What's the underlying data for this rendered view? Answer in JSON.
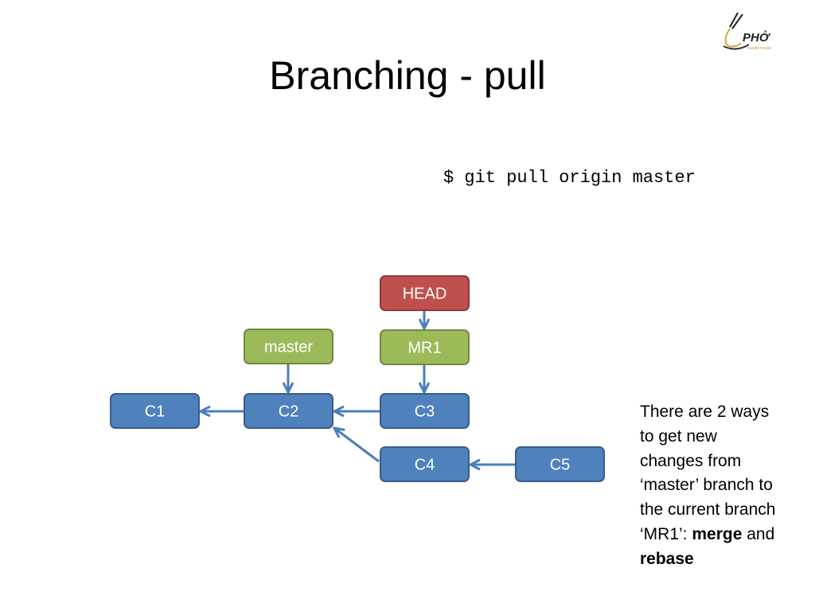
{
  "slide": {
    "title": "Branching - pull",
    "command": "$ git pull origin master",
    "logo": {
      "text": "PHỞ",
      "subtext": "noodle house"
    },
    "note": {
      "lines": [
        "There are 2 ways",
        "to get new",
        "changes from",
        "‘master’ branch to",
        "the current branch"
      ],
      "line6_prefix": "‘MR1’: ",
      "merge": "merge",
      "and": " and",
      "rebase": "rebase"
    }
  },
  "diagram": {
    "colors": {
      "commit": "#4f81bd",
      "branch": "#9bbb59",
      "head": "#c0504d",
      "arrow": "#4a7ebb"
    },
    "nodes": [
      {
        "id": "C1",
        "label": "C1",
        "kind": "commit"
      },
      {
        "id": "C2",
        "label": "C2",
        "kind": "commit"
      },
      {
        "id": "C3",
        "label": "C3",
        "kind": "commit"
      },
      {
        "id": "C4",
        "label": "C4",
        "kind": "commit"
      },
      {
        "id": "C5",
        "label": "C5",
        "kind": "commit"
      },
      {
        "id": "master",
        "label": "master",
        "kind": "branch"
      },
      {
        "id": "MR1",
        "label": "MR1",
        "kind": "branch"
      },
      {
        "id": "HEAD",
        "label": "HEAD",
        "kind": "head"
      }
    ],
    "edges": [
      {
        "from": "C2",
        "to": "C1"
      },
      {
        "from": "C3",
        "to": "C2"
      },
      {
        "from": "C4",
        "to": "C2"
      },
      {
        "from": "C5",
        "to": "C4"
      },
      {
        "from": "master",
        "to": "C2"
      },
      {
        "from": "MR1",
        "to": "C3"
      },
      {
        "from": "HEAD",
        "to": "MR1"
      }
    ]
  }
}
